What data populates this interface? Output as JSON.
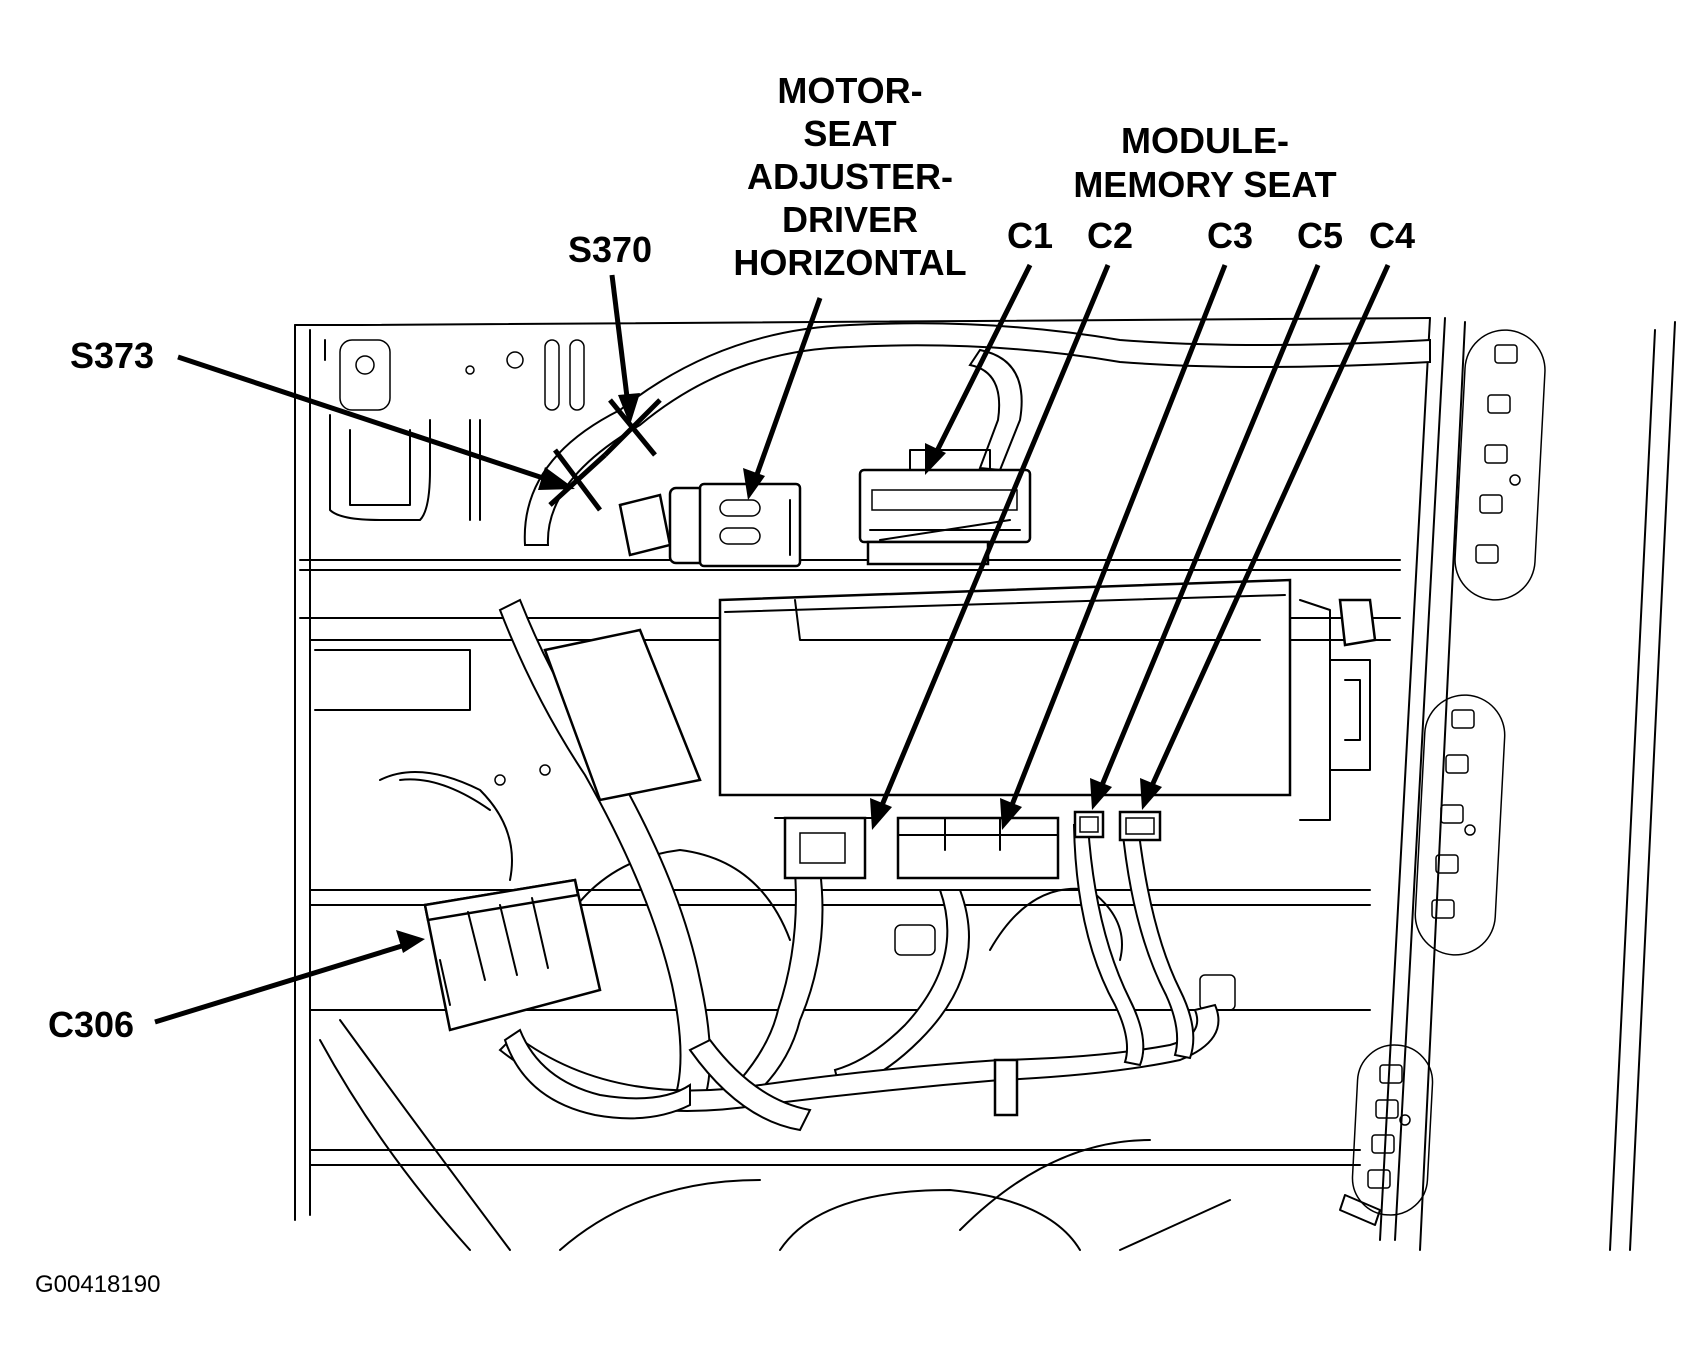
{
  "diagram_code": "G00418190",
  "labels": {
    "motor_line1": "MOTOR-",
    "motor_line2": "SEAT",
    "motor_line3": "ADJUSTER-",
    "motor_line4": "DRIVER",
    "motor_line5": "HORIZONTAL",
    "module_line1": "MODULE-",
    "module_line2": "MEMORY SEAT",
    "s370": "S370",
    "s373": "S373",
    "c306": "C306",
    "c1": "C1",
    "c2": "C2",
    "c3": "C3",
    "c5": "C5",
    "c4": "C4"
  }
}
